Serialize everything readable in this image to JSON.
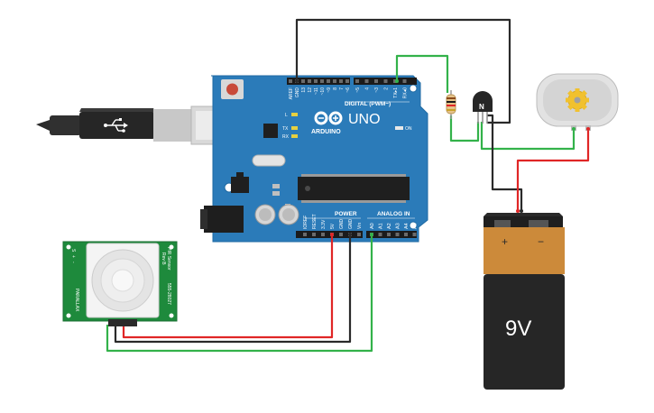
{
  "arduino": {
    "brand": "ARDUINO",
    "model": "UNO",
    "digital_header": "DIGITAL (PWM~)",
    "power_header": "POWER",
    "analog_header": "ANALOG IN",
    "on_label": "ON",
    "led_l": "L",
    "led_tx": "TX",
    "led_rx": "RX",
    "top_pins": [
      "AREF",
      "GND",
      "13",
      "12",
      "~11",
      "~10",
      "~9",
      "8",
      "7",
      "~6",
      "~5",
      "4",
      "~3",
      "2",
      "TX▸1",
      "RX◂0"
    ],
    "power_pins": [
      "IOREF",
      "RESET",
      "3.3V",
      "5V",
      "GND",
      "GND",
      "Vin"
    ],
    "analog_pins": [
      "A0",
      "A1",
      "A2",
      "A3",
      "A4",
      "A5"
    ]
  },
  "pir_sensor": {
    "side_text_1": "PIR Sensor",
    "side_text_2": "Rev B",
    "side_text_3": "555-28027",
    "left_text": "PARALLAX",
    "pin_labels": [
      "S",
      "+",
      "-"
    ]
  },
  "battery": {
    "voltage": "9V",
    "plus_label": "+",
    "minus_label": "−"
  },
  "transistor": {
    "label": "N"
  },
  "colors": {
    "board": "#2b7bb9",
    "board_dark": "#1f6aa3",
    "wire_black": "#2a2a2a",
    "wire_red": "#e02626",
    "wire_green": "#33b24a",
    "pcb_green": "#1e8a3c",
    "battery_orange": "#cc8a3a",
    "battery_black": "#262626"
  }
}
